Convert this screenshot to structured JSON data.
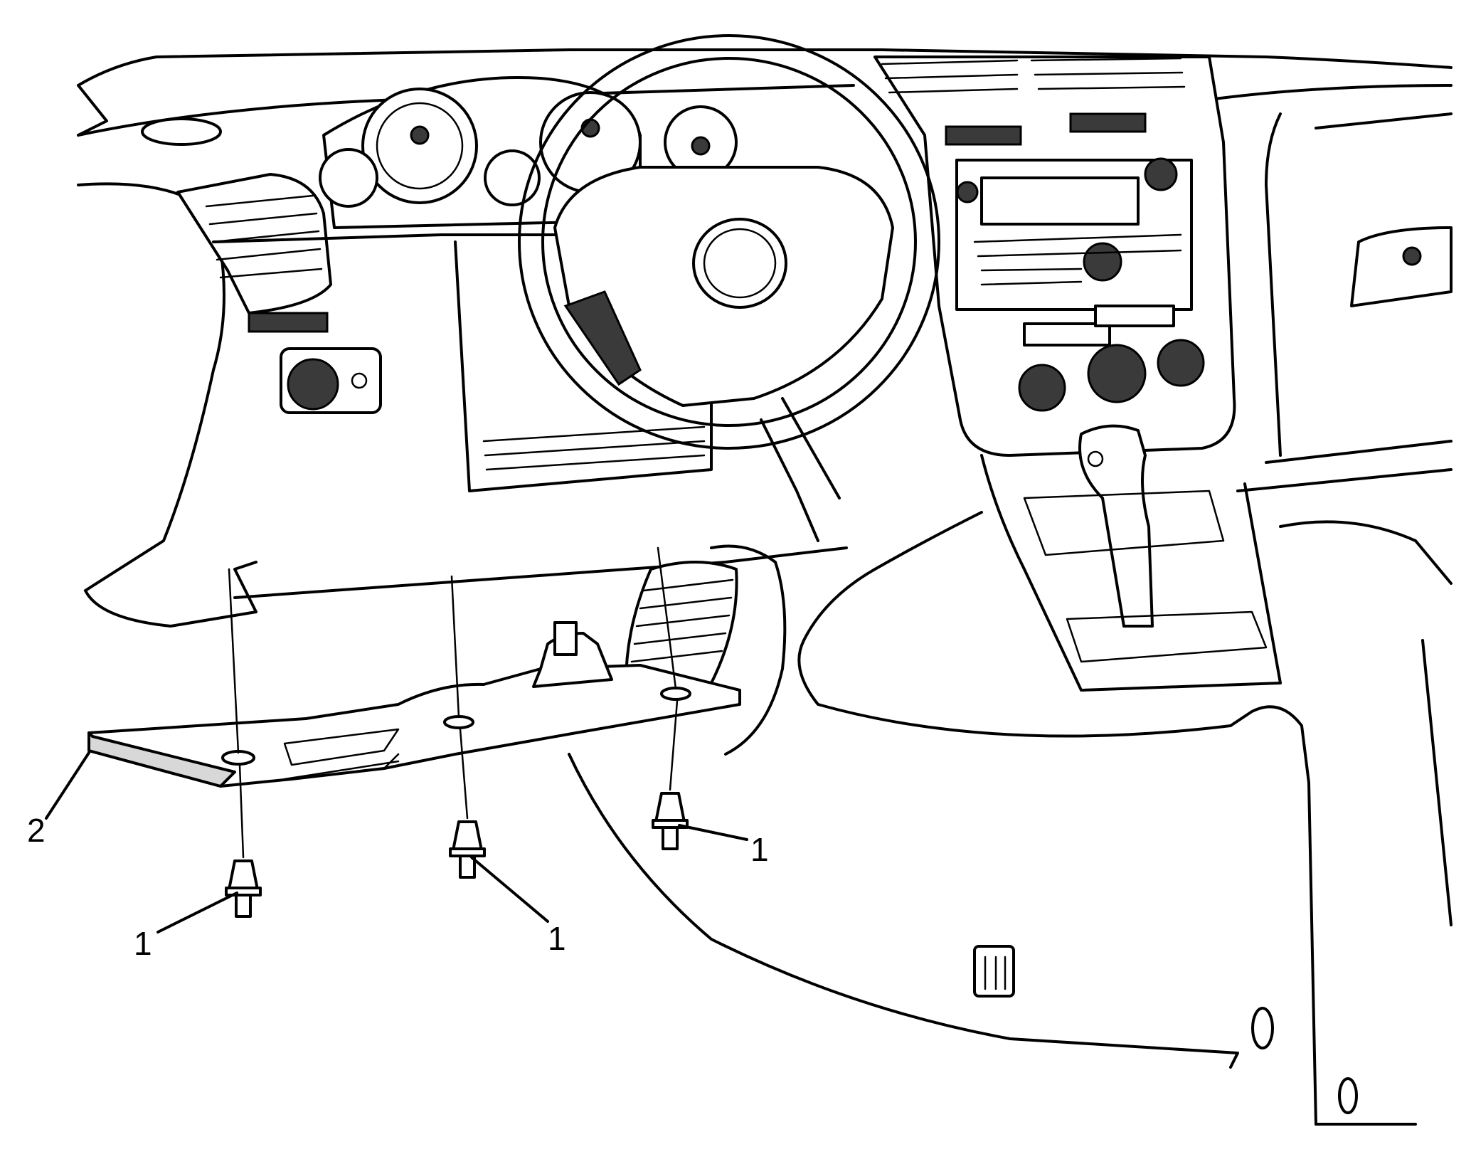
{
  "callouts": {
    "c1a": "1",
    "c1b": "1",
    "c1c": "1",
    "c2": "2"
  },
  "parts": [
    {
      "id": "1",
      "icon": "push-pin-retainer-icon",
      "count": 3
    },
    {
      "id": "2",
      "icon": "knee-bolster-bracket-icon",
      "count": 1
    }
  ],
  "colors": {
    "line": "#000000",
    "background": "#ffffff",
    "shade": "#d8d8d8"
  }
}
